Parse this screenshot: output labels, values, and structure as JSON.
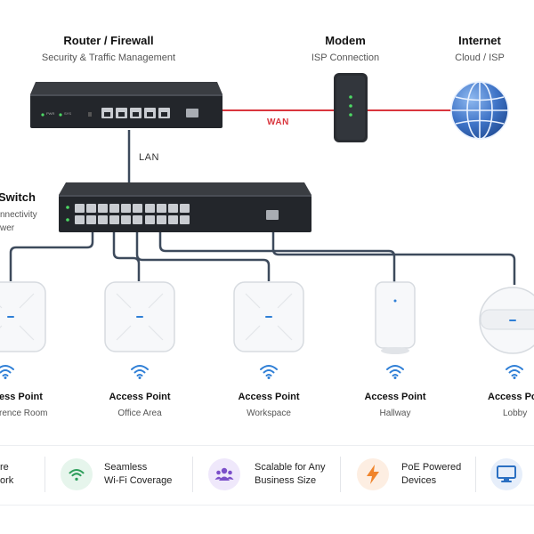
{
  "router": {
    "title": "Router / Firewall",
    "subtitle": "Security & Traffic Management",
    "led1": "PWR",
    "led2": "SYS"
  },
  "modem": {
    "title": "Modem",
    "subtitle": "ISP Connection"
  },
  "internet": {
    "title": "Internet",
    "subtitle": "Cloud / ISP"
  },
  "links": {
    "wan": "WAN",
    "lan": "LAN"
  },
  "switch": {
    "title": "Switch",
    "line1": "nnectivity",
    "line2": "wer"
  },
  "access_points": [
    {
      "title": "ess Point",
      "subtitle": "rence Room"
    },
    {
      "title": "Access Point",
      "subtitle": "Office Area"
    },
    {
      "title": "Access Point",
      "subtitle": "Workspace"
    },
    {
      "title": "Access Point",
      "subtitle": "Hallway"
    },
    {
      "title": "Access Poi",
      "subtitle": "Lobby"
    }
  ],
  "features": [
    {
      "line1": "re",
      "line2": "ork"
    },
    {
      "line1": "Seamless",
      "line2": "Wi-Fi Coverage",
      "icon": "wifi-icon",
      "color": "#2e9e5b",
      "bg": "#e6f5ec"
    },
    {
      "line1": "Scalable for Any",
      "line2": "Business Size",
      "icon": "users-icon",
      "color": "#7b4fc9",
      "bg": "#efe8fb"
    },
    {
      "line1": "PoE Powered",
      "line2": "Devices",
      "icon": "bolt-icon",
      "color": "#f0842b",
      "bg": "#fdeee2"
    },
    {
      "icon": "monitor-icon",
      "color": "#2a6fc2",
      "bg": "#e6eefa"
    }
  ],
  "colors": {
    "wan_line": "#d9363e",
    "lan_line": "#3d4a5c",
    "wifi": "#2f7fd6"
  }
}
